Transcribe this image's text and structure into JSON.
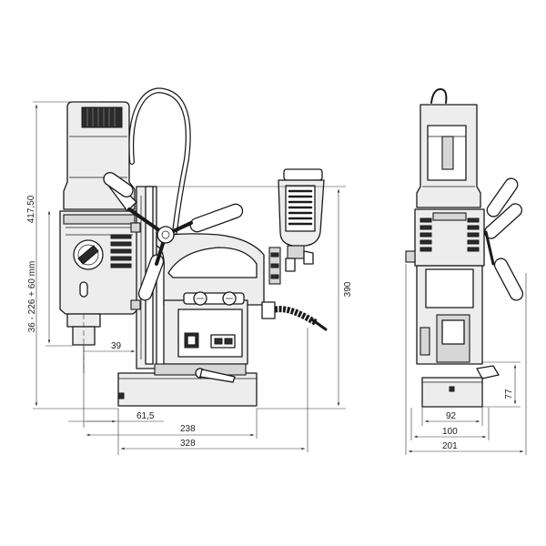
{
  "dimensions": {
    "total_height": "417,50",
    "stroke_range": "36 - 226 + 60 mm",
    "spindle_offset": "39",
    "column_height": "390",
    "base_front": "61,5",
    "base_mid": "238",
    "base_length": "328",
    "base_height": "77",
    "magnet_width": "92",
    "base_width": "100",
    "total_width": "201"
  }
}
